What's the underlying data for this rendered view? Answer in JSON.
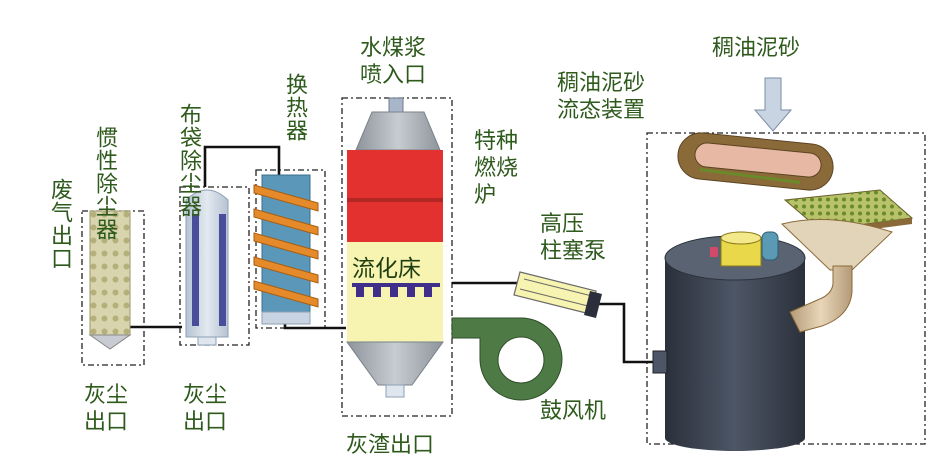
{
  "labels": {
    "waste_gas_outlet": "废气出口",
    "inertial_dust_collector": "惯性除尘器",
    "bag_dust_collector": "布袋除尘器",
    "heat_exchanger": "换热器",
    "slurry_inlet": "水煤浆\n喷入口",
    "special_furnace": "特种\n燃烧\n炉",
    "fluidized_bed": "流化床",
    "ash_outlet_1": "灰尘\n出口",
    "ash_outlet_2": "灰尘\n出口",
    "slag_outlet": "灰渣出口",
    "blower": "鼓风机",
    "plunger_pump": "高压\n柱塞泵",
    "sludge_device": "稠油泥砂\n流态装置",
    "sludge_input": "稠油泥砂"
  },
  "colors": {
    "label_text": "#2e5a1c",
    "dashed_box": "#222222",
    "furnace_red": "#e2312e",
    "furnace_yellow": "#f7f3b0",
    "furnace_gray": "#a2a9b0",
    "blower_green": "#4e7a45",
    "tank_body": "#3d4553",
    "conveyor_brown": "#8b6a3a",
    "heat_exchanger_blue": "#5b97b8",
    "coil_orange": "#e48a2a",
    "bag_filter_blue": "#c9d5e3",
    "bag_filter_stripe": "#4a4e9a",
    "inertial_dots": "#b5b07a",
    "arrow_fill": "#c9d4e3"
  }
}
